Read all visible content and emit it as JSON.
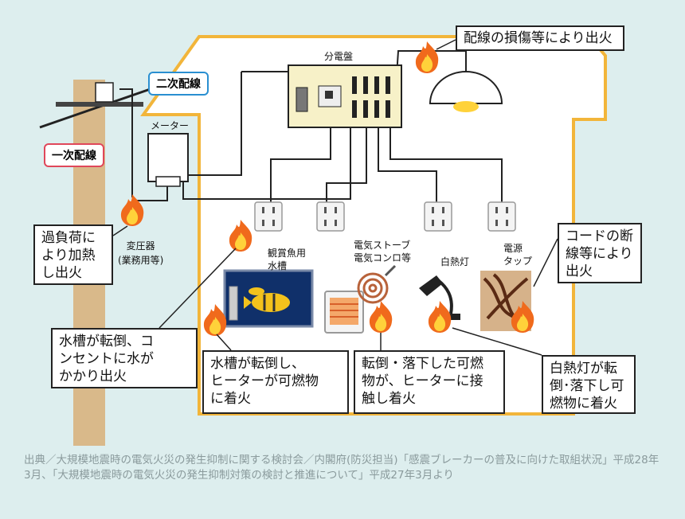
{
  "labels": {
    "panel": "分電盤",
    "meter": "メーター",
    "secondary_wiring": "二次配線",
    "primary_wiring": "一次配線",
    "transformer_line1": "変圧器",
    "transformer_line2": "(業務用等)",
    "aquarium_line1": "観賞魚用",
    "aquarium_line2": "水槽",
    "stove_line1": "電気ストーブ",
    "stove_line2": "電気コンロ等",
    "lamp": "白熱灯",
    "tap_line1": "電源",
    "tap_line2": "タップ"
  },
  "callouts": {
    "wiring_damage": "配線の損傷等により出火",
    "overload": [
      "過負荷に",
      "より加熱",
      "し出火"
    ],
    "cord_break": [
      "コードの断",
      "線等により",
      "出火"
    ],
    "tank_water": [
      "水槽が転倒、コ",
      "ンセントに水が",
      "かかり出火"
    ],
    "tank_heater": [
      "水槽が転倒し、",
      "ヒーターが可燃物",
      "に着火"
    ],
    "stove_fall": [
      "転倒・落下した可燃",
      "物が、ヒーターに接",
      "触し着火"
    ],
    "lamp_fall": [
      "白熱灯が転",
      "倒･落下し可",
      "燃物に着火"
    ]
  },
  "source_note": "出典／大規模地震時の電気火災の発生抑制に関する検討会／内閣府(防災担当)「感震ブレーカーの普及に向けた取組状況」平成28年3月、「大規模地震時の電気火災の発生抑制対策の検討と推進について」平成27年3月より",
  "colors": {
    "background": "#ddeeee",
    "house_outline": "#f2b53a",
    "panel_fill": "#f7f1c8",
    "flame_outer": "#f06a1c",
    "flame_inner": "#ffd23a",
    "tag_blue_border": "#2a8fd1",
    "tag_red_border": "#e0475a",
    "pole": "#d9b98a"
  },
  "icons": [
    "fire-icon",
    "ceiling-lamp-icon",
    "outlet-icon",
    "fish-icon",
    "desk-lamp-icon",
    "heater-icon",
    "coil-stove-icon"
  ]
}
